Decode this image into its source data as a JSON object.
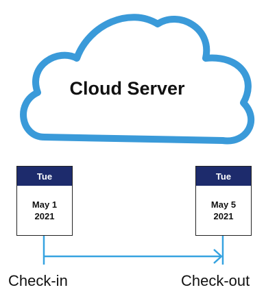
{
  "cloud": {
    "title": "Cloud Server",
    "stroke_color": "#3a9ad9"
  },
  "checkin": {
    "day": "Tue",
    "date": "May 1",
    "year": "2021",
    "label": "Check-in"
  },
  "checkout": {
    "day": "Tue",
    "date": "May 5",
    "year": "2021",
    "label": "Check-out"
  },
  "colors": {
    "calendar_header": "#1d2b6c",
    "arrow": "#36a3e0"
  }
}
